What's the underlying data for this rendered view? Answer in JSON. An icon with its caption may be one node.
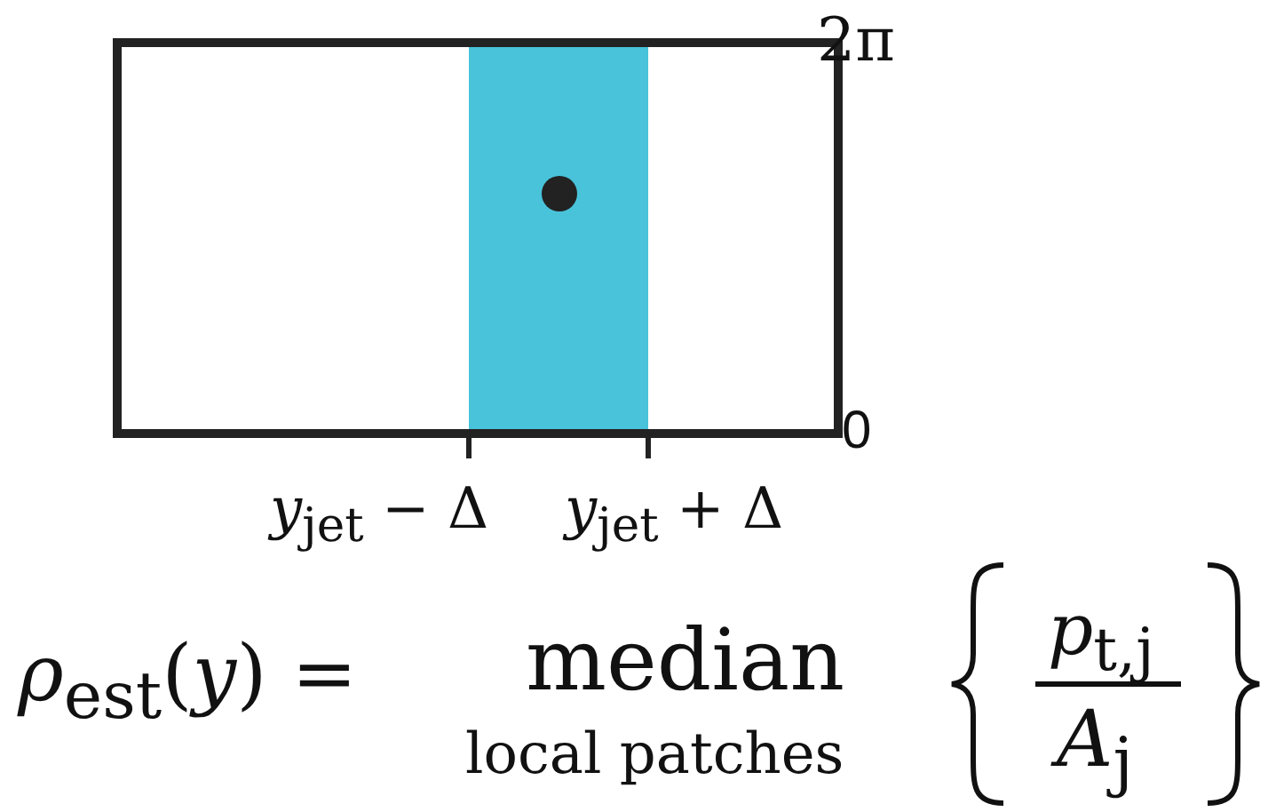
{
  "diagram": {
    "labels": [
      "2π",
      "0",
      "*y*$_{jet}$ − Δ",
      "*y*$_{jet}$ + Δ",
      "*ρ*$_{est}$(*y*) =",
      "median",
      "local patches",
      "*p*$_{t,j}$",
      "*A*$_{j}$"
    ]
  }
}
